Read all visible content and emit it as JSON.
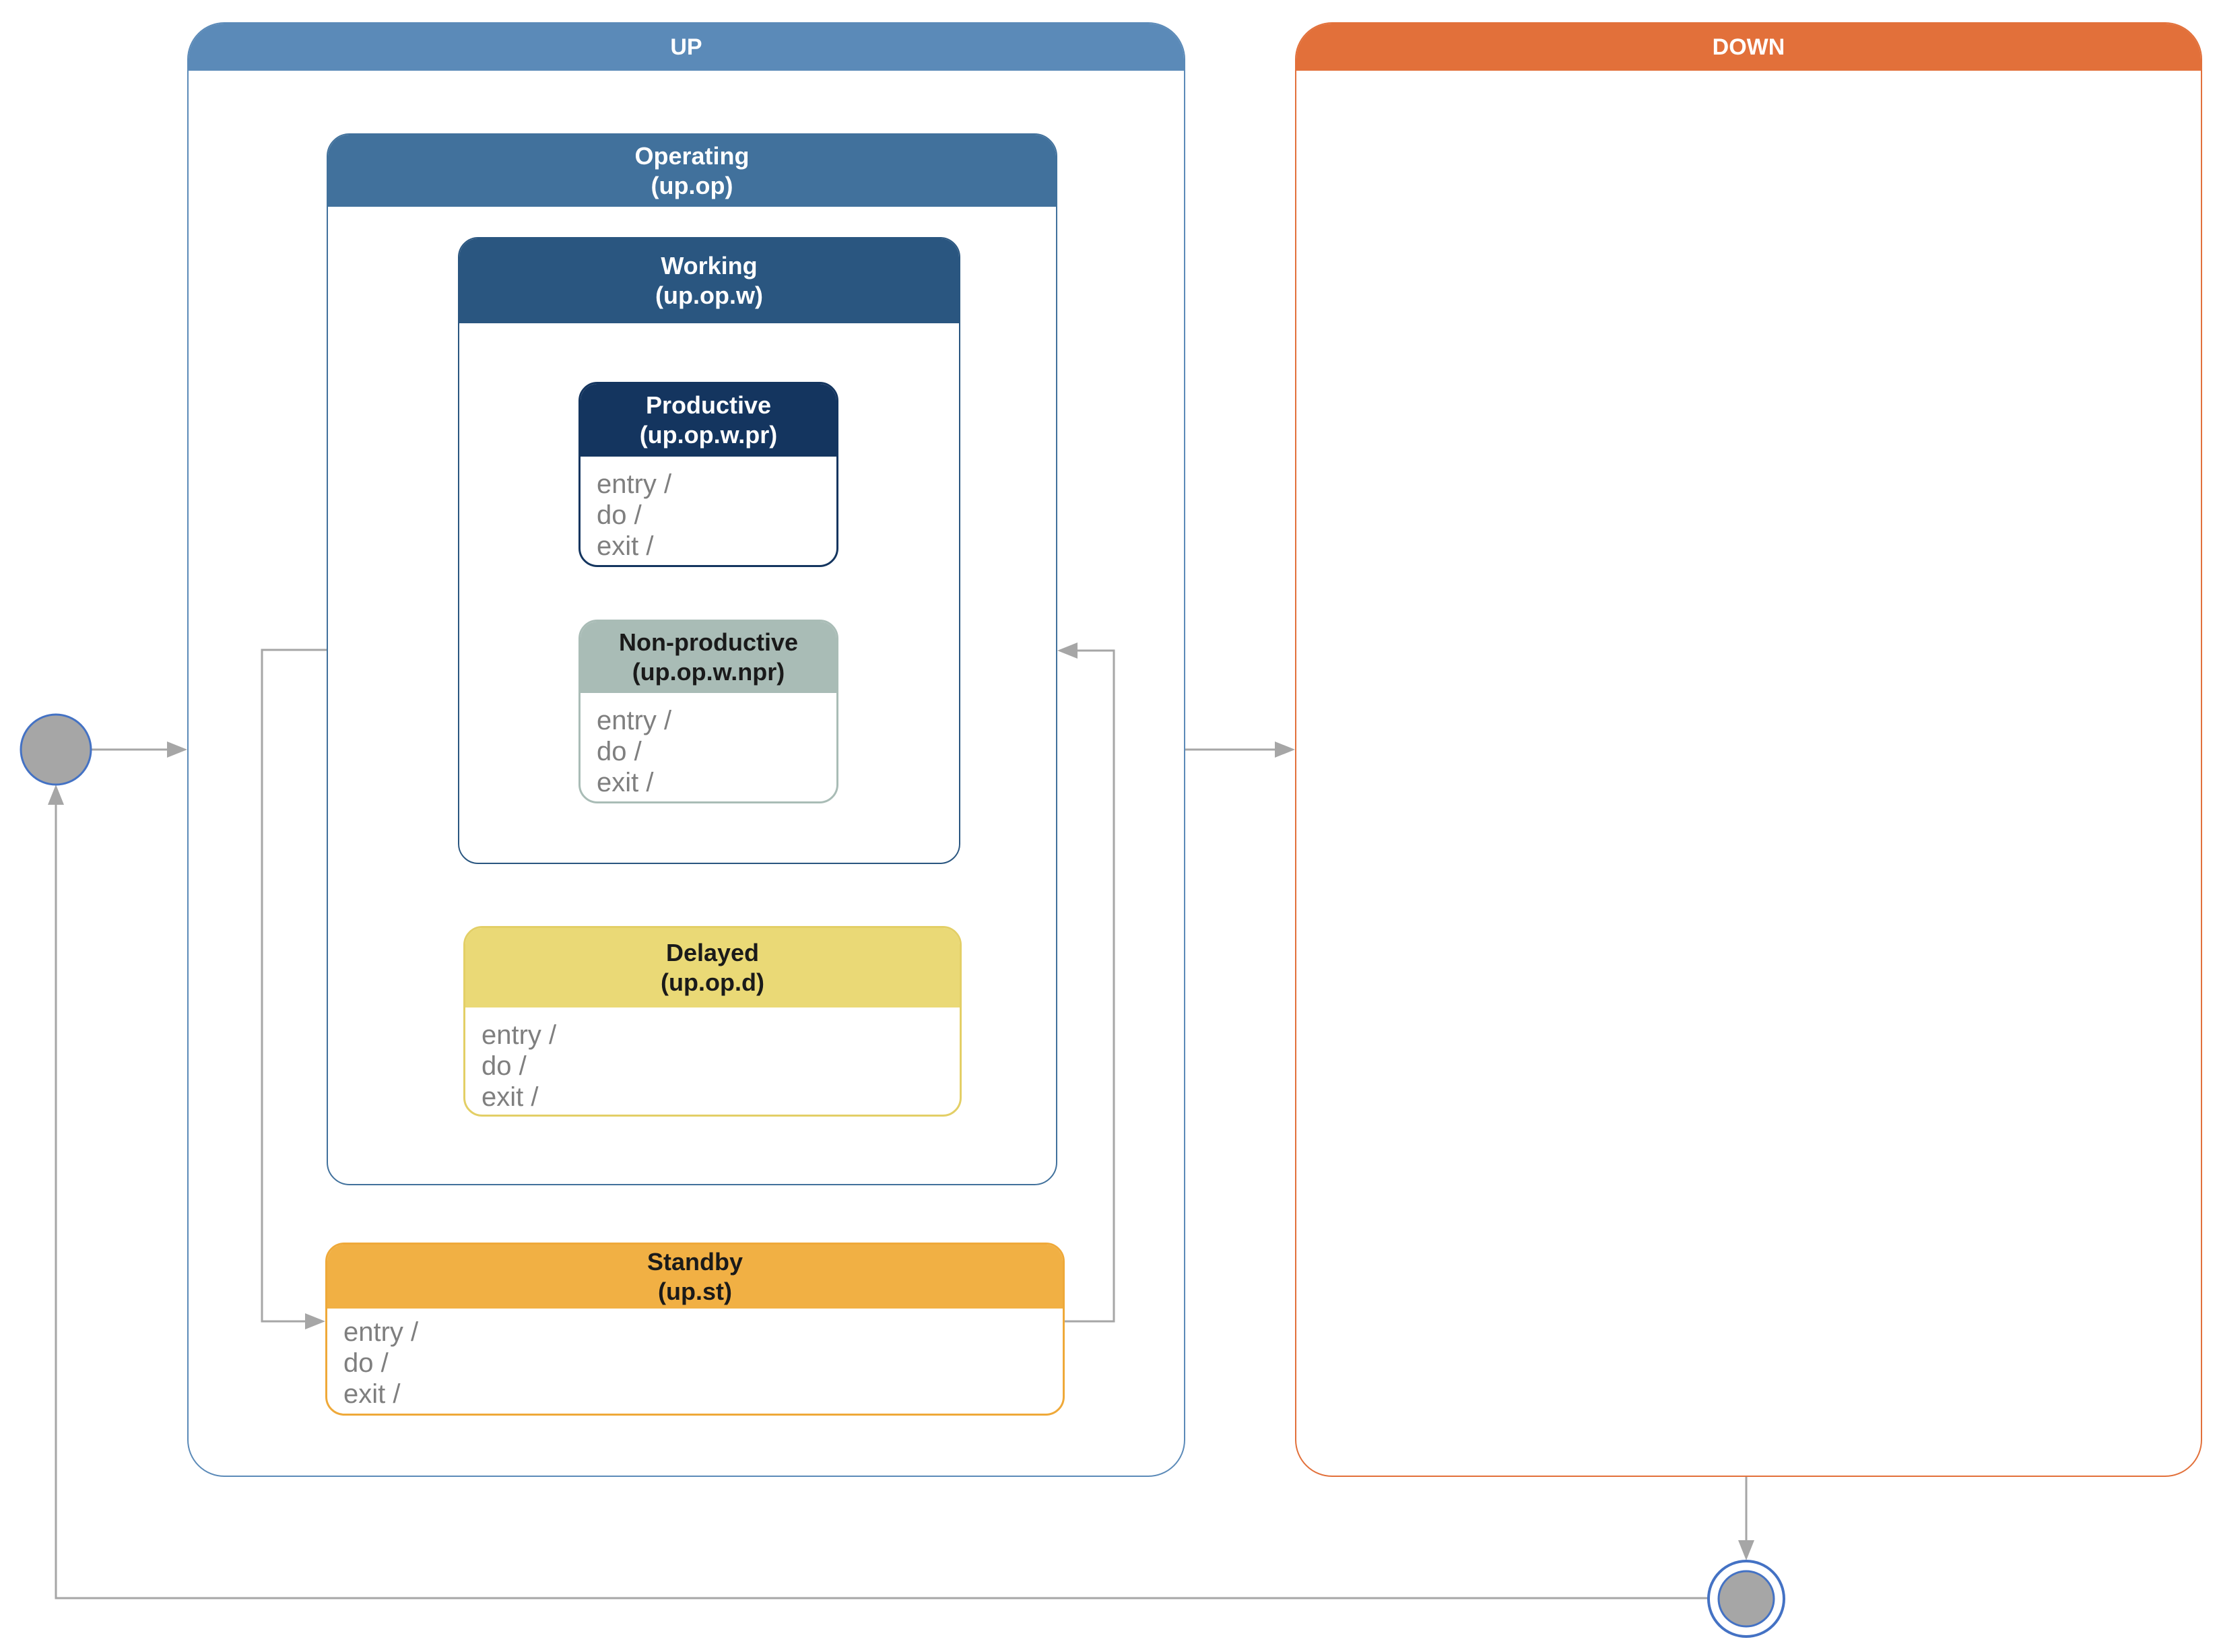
{
  "diagram": {
    "kind": "uml-state-machine",
    "states": {
      "up": {
        "label": "UP"
      },
      "down": {
        "label": "DOWN"
      },
      "operating": {
        "title": "Operating",
        "id": "(up.op)"
      },
      "working": {
        "title": "Working",
        "id": "(up.op.w)"
      },
      "productive": {
        "title": "Productive",
        "id": "(up.op.w.pr)",
        "actions": [
          "entry /",
          "do /",
          "exit /"
        ]
      },
      "non_productive": {
        "title": "Non-productive",
        "id": "(up.op.w.npr)",
        "actions": [
          "entry /",
          "do /",
          "exit /"
        ]
      },
      "delayed": {
        "title": "Delayed",
        "id": "(up.op.d)",
        "actions": [
          "entry /",
          "do /",
          "exit /"
        ]
      },
      "standby": {
        "title": "Standby",
        "id": "(up.st)",
        "actions": [
          "entry /",
          "do /",
          "exit /"
        ]
      }
    },
    "nodes": {
      "initial": {
        "name": "initial-state-node"
      },
      "final": {
        "name": "final-state-node"
      }
    },
    "transitions": [
      {
        "from": "initial",
        "to": "up"
      },
      {
        "from": "up",
        "to": "down"
      },
      {
        "from": "down",
        "to": "final"
      },
      {
        "from": "final",
        "to": "initial"
      },
      {
        "from": "operating",
        "to": "standby"
      },
      {
        "from": "standby",
        "to": "operating"
      }
    ],
    "colors": {
      "up_header": "#5b8ab8",
      "down_header": "#e2703a",
      "operating_header": "#41719c",
      "working_header": "#2a5680",
      "productive_header": "#14355f",
      "non_productive_header": "#a9bcb6",
      "delayed_header": "#ead976",
      "delayed_border": "#e3cf66",
      "standby_header": "#f1b044",
      "standby_border": "#efa939",
      "connector": "#a6a6a6",
      "node_fill": "#a6a6a6",
      "node_stroke": "#4472c4",
      "action_text": "#7f7f7f"
    }
  }
}
